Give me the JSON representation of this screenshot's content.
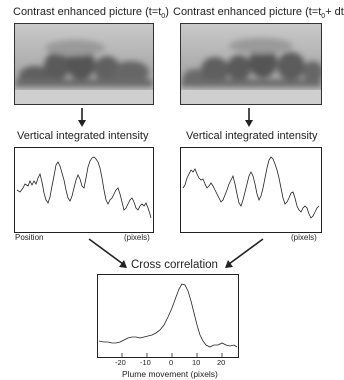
{
  "left_panel": {
    "title_main": "Contrast enhanced picture (t=t",
    "title_sub": "0",
    "title_end": ")",
    "intensity_title": "Vertical integrated intensity",
    "x_label_left": "Position",
    "x_label_right": "(pixels)"
  },
  "right_panel": {
    "title_main": "Contrast enhanced picture (t=t",
    "title_sub": "0",
    "title_end": "+ dt)",
    "intensity_title": "Vertical integrated intensity",
    "x_label_right": "(pixels)"
  },
  "cross_correlation": {
    "title": "Cross correlation",
    "x_ticks": [
      "-20",
      "-10",
      "0",
      "10",
      "20"
    ],
    "x_label": "Plume movement (pixels)"
  },
  "colors": {
    "photo_background": "#b4b4b4",
    "plume_dark": "#5a5a5a",
    "line": "#222222"
  },
  "icons": {
    "arrow": "down-arrow-icon"
  }
}
